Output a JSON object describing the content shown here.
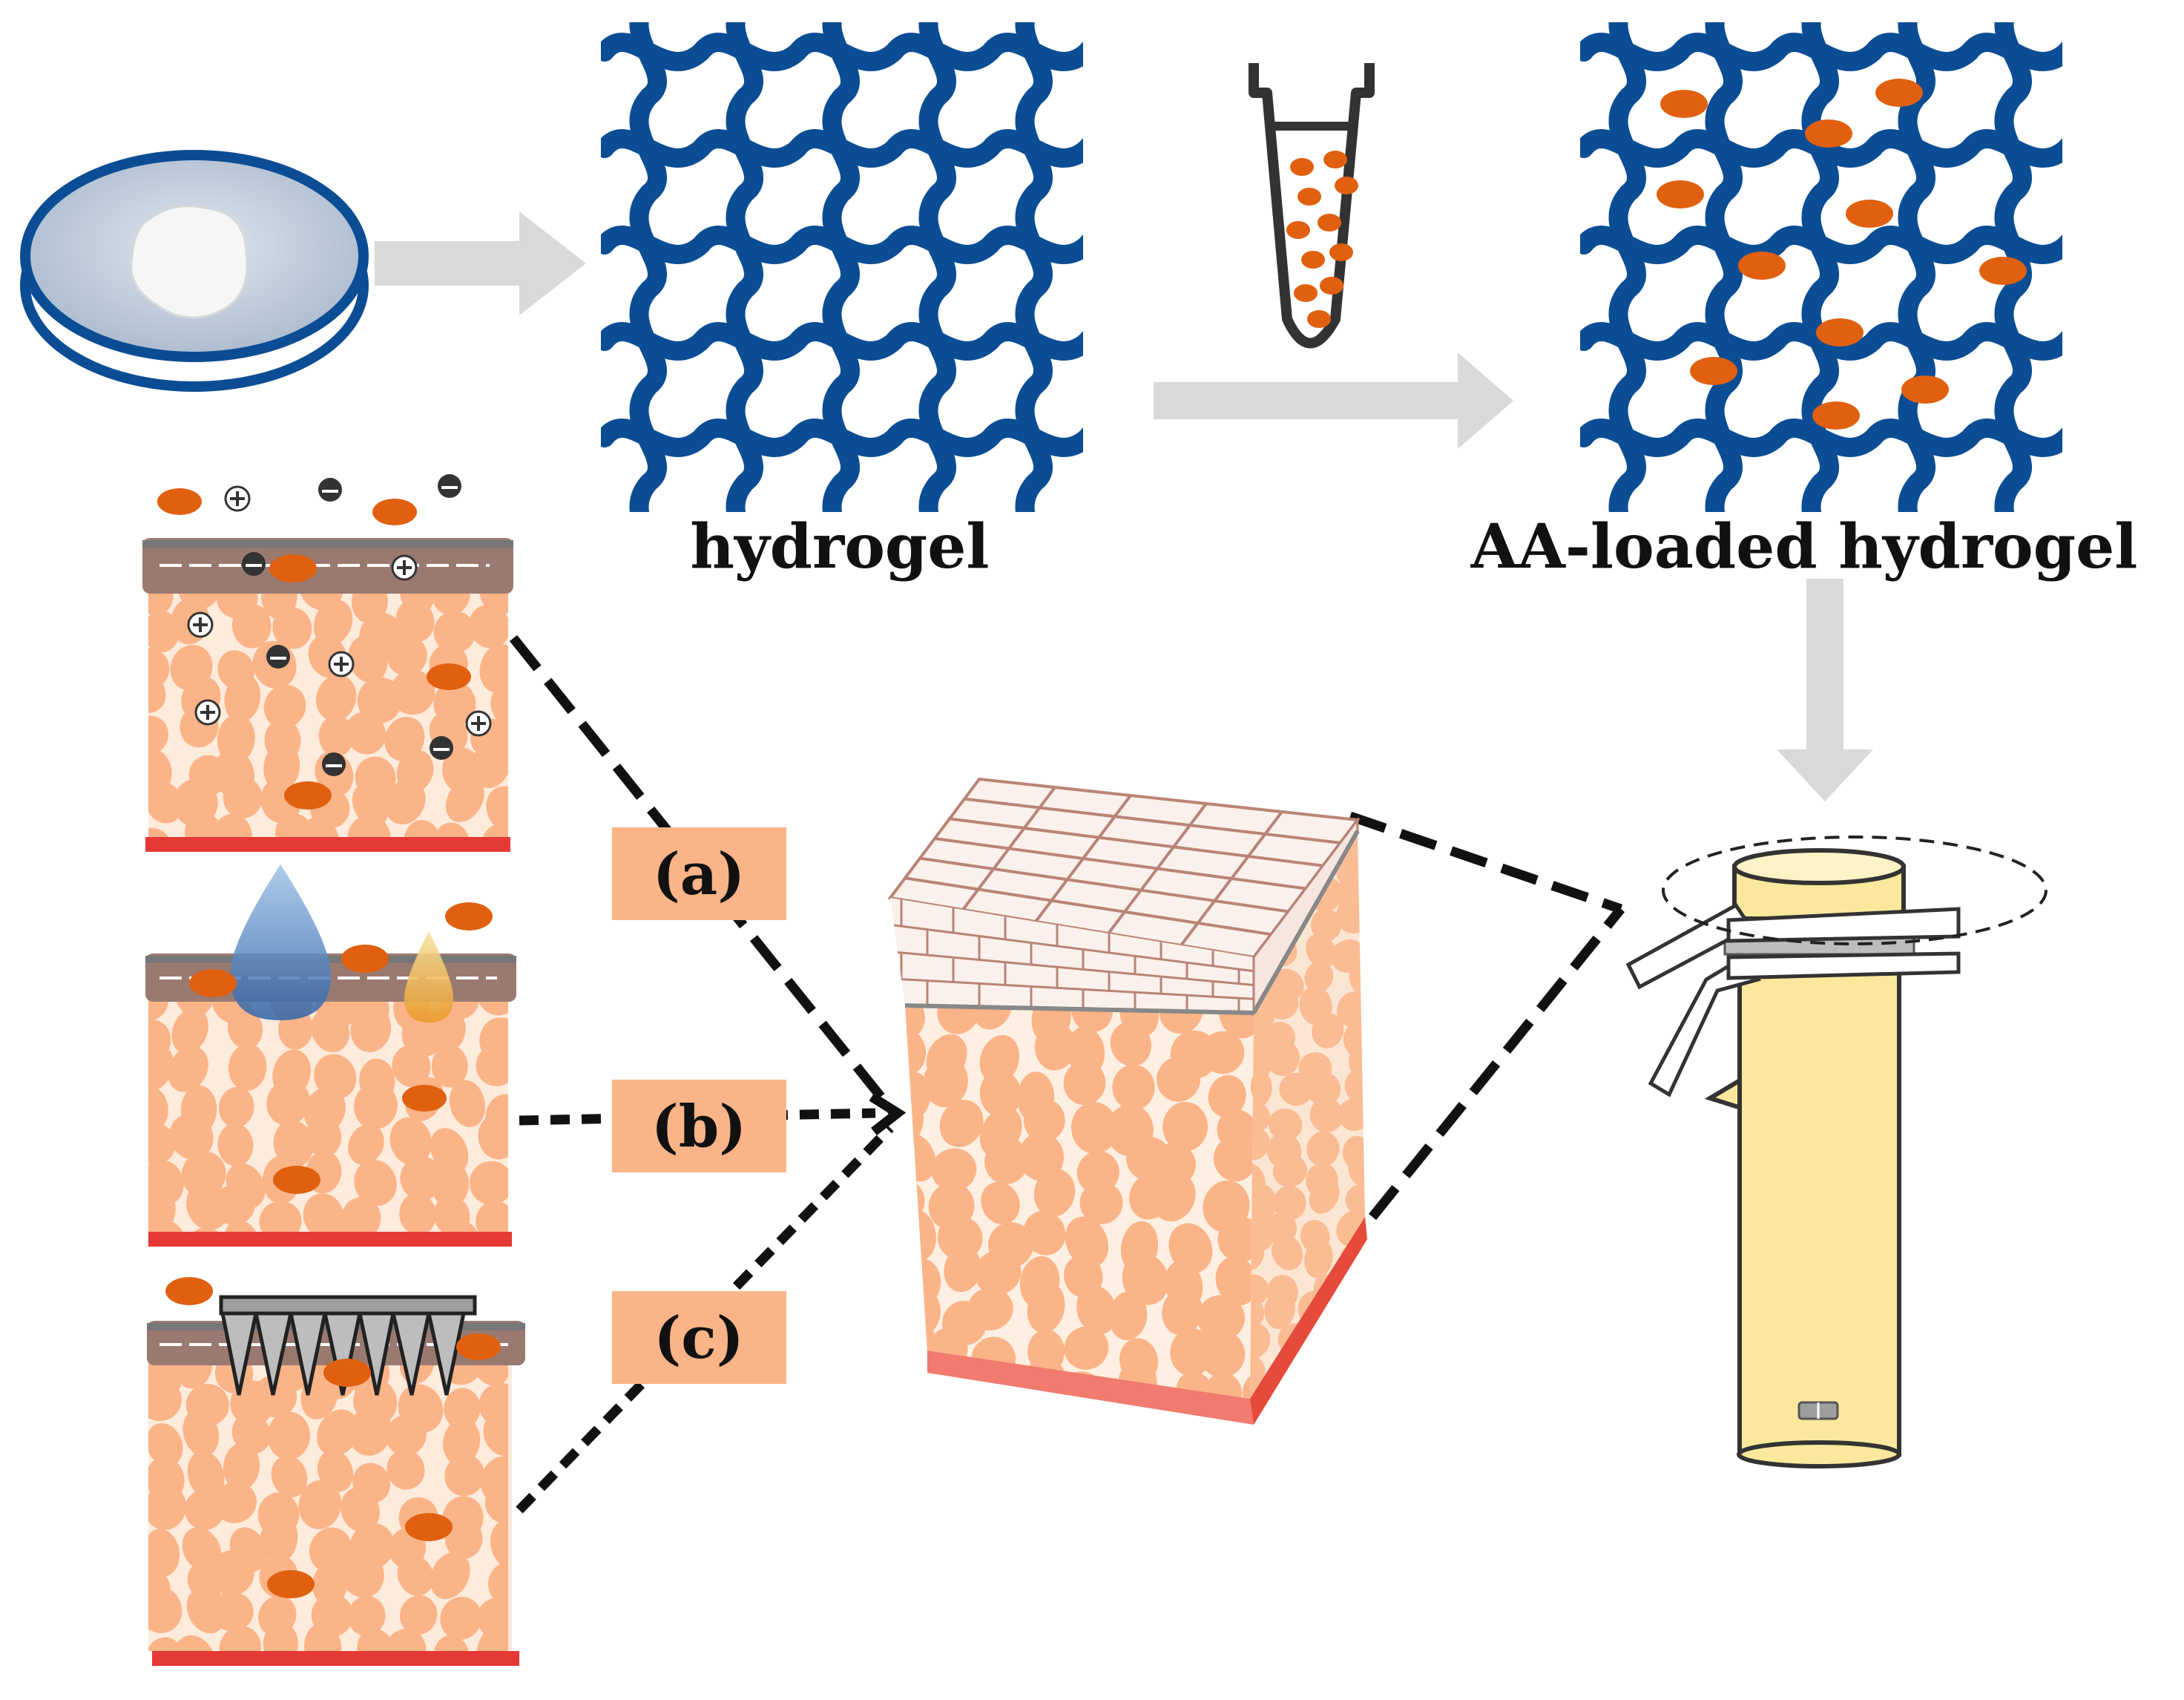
{
  "labels": {
    "hydrogel": "hydrogel",
    "aa_loaded_hydrogel": "AA-loaded  hydrogel",
    "tag_a": "(a)",
    "tag_b": "(b)",
    "tag_c": "(c)"
  },
  "colors": {
    "network": "#0b4d94",
    "drug": "#e0600f",
    "cell": "#fbb488",
    "cell_bg": "#fdebdc",
    "stratum": "#9a7a70",
    "dermis_base": "#e53935",
    "tag_bg": "#fbb488",
    "arrow": "#d9d9d9",
    "franz_cell": "#fbe89c"
  },
  "icons": [
    "petri-dish-icon",
    "eppendorf-tube-icon",
    "water-drop-icon",
    "microneedle-array-icon",
    "franz-diffusion-cell-icon",
    "skin-block-icon"
  ]
}
